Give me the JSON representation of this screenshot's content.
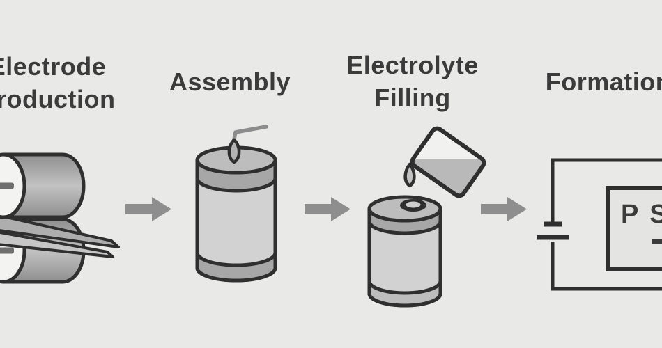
{
  "diagram": {
    "type": "process-flow",
    "steps": [
      {
        "line1": "Electrode",
        "line2": "Production",
        "icon": "roller-press-icon"
      },
      {
        "line1": "Assembly",
        "line2": "",
        "icon": "battery-cell-icon"
      },
      {
        "line1": "Electrolyte",
        "line2": "Filling",
        "icon": "electrolyte-pour-icon"
      },
      {
        "line1": "Formation",
        "line2": "",
        "icon": "charging-circuit-icon"
      }
    ],
    "connector_icon": "process-arrow-icon",
    "formation": {
      "ps_label": "P S"
    }
  },
  "colors": {
    "bg": "#e9e9e8",
    "ink": "#3b3b3b",
    "outline": "#2f2f2f",
    "arrow": "#8e8e8e",
    "fill-light": "#d2d2d2",
    "fill-medium": "#bdbdbd",
    "fill-band": "#a7a7a7",
    "fill-roller": "#a9a9a9",
    "fill-face": "#f3f3f2",
    "fill-sheet": "#aeaeae",
    "fill-sheet2": "#c6c6c6",
    "fill-beaker": "#f1f1f0",
    "fill-liquid": "#b9b9b9",
    "fill-box": "#e4e4e3",
    "fill-tab": "#b5b5b5",
    "wire-gray": "#8c8c8c",
    "axle-gray": "#6e6e6e"
  }
}
